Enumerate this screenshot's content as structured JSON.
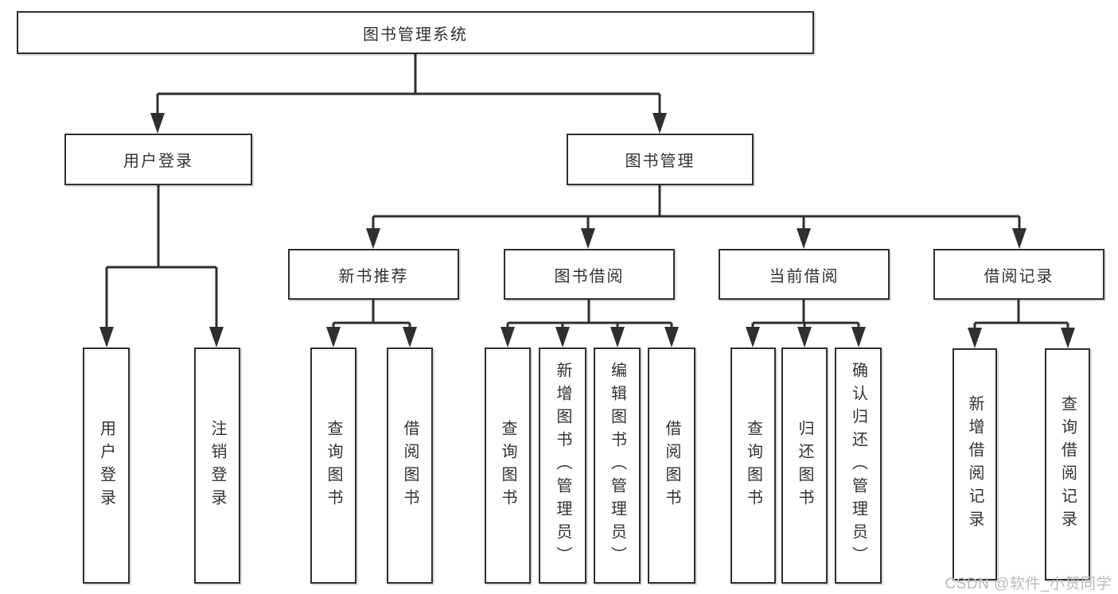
{
  "diagram_title": "图书管理系统",
  "nodes": {
    "root": "图书管理系统",
    "user_login": "用户登录",
    "book_management": "图书管理",
    "new_book_recommendation": "新书推荐",
    "book_borrowing": "图书借阅",
    "current_borrowing": "当前借阅",
    "borrowing_records": "借阅记录",
    "leaf_user_login": "用户登录",
    "leaf_logout": "注销登录",
    "leaf_rec_query_books": "查询图书",
    "leaf_rec_borrow_books": "借阅图书",
    "leaf_bb_query_books": "查询图书",
    "leaf_bb_add_books_admin": "新增图书（管理员）",
    "leaf_bb_edit_books_admin": "编辑图书（管理员）",
    "leaf_bb_borrow_books": "借阅图书",
    "leaf_cb_query_books": "查询图书",
    "leaf_cb_return_books": "归还图书",
    "leaf_cb_confirm_return_admin": "确认归还（管理员）",
    "leaf_br_add_record": "新增借阅记录",
    "leaf_br_query_record": "查询借阅记录"
  },
  "watermark": "CSDN @软件_小贺同学",
  "colors": {
    "line": "#2f2f2f",
    "text": "#333333",
    "watermark": "#b7babe",
    "background": "#ffffff"
  }
}
